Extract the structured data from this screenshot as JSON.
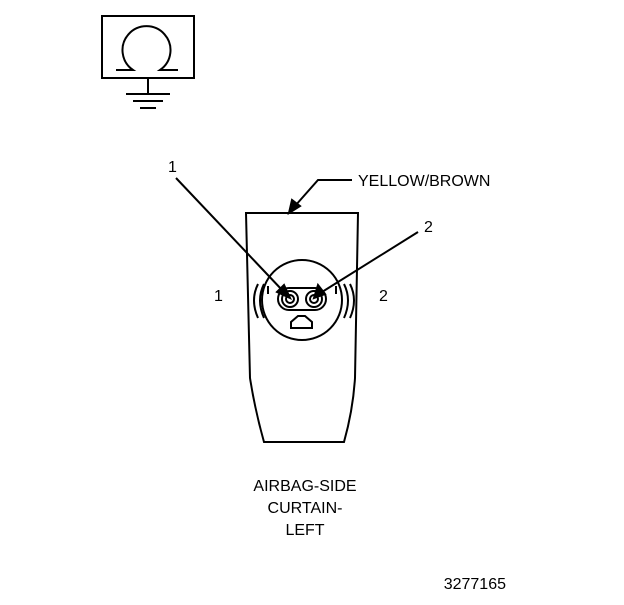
{
  "wire_color": "YELLOW/BROWN",
  "pin_callouts": [
    "1",
    "2"
  ],
  "side_labels": [
    "1",
    "2"
  ],
  "component_name": [
    "AIRBAG-SIDE",
    "CURTAIN-",
    "LEFT"
  ],
  "figure_number": "3277165",
  "icon": "ohmmeter-ground-icon"
}
